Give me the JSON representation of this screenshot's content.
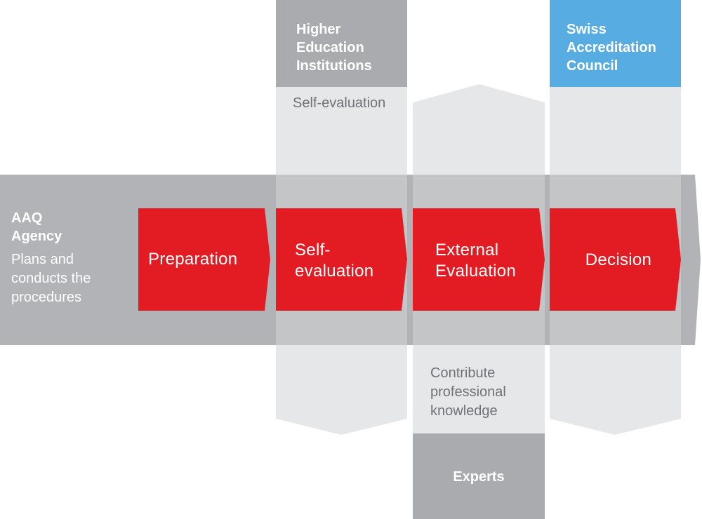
{
  "diagram": {
    "agency": {
      "title": "AAQ\nAgency",
      "description": "Plans and\nconducts the\nprocedures"
    },
    "steps": [
      {
        "label": "Preparation"
      },
      {
        "label": "Self-\nevaluation"
      },
      {
        "label": "External\nEvaluation"
      },
      {
        "label": "Decision"
      }
    ],
    "stakeholders": {
      "higher_education": {
        "title": "Higher\nEducation\nInstitutions",
        "role": "Self-evaluation"
      },
      "experts": {
        "title": "Experts",
        "role": "Contribute\nprofessional\nknowledge"
      },
      "council": {
        "title": "Swiss\nAccreditation\nCouncil"
      }
    },
    "colors": {
      "step_red": "#e31b23",
      "band_gray": "#b1b3b6",
      "header_gray": "#a9abae",
      "column_light": "#e6e7e8",
      "council_blue": "#57ace2",
      "text_gray": "#6f7276"
    }
  }
}
